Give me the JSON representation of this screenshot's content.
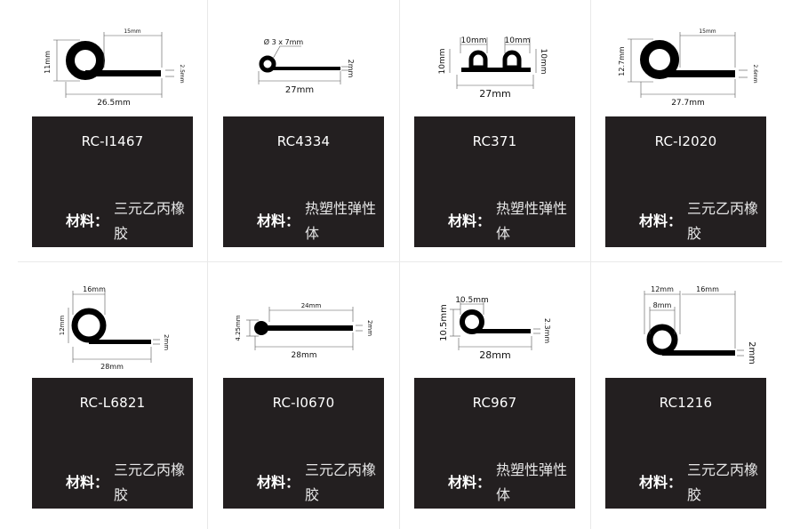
{
  "material_label": "材料：",
  "products": [
    {
      "model": "RC-I1467",
      "material": "三元乙丙橡胶",
      "dims": {
        "height": "11mm",
        "tail": "15mm",
        "thickness": "2.5mm",
        "length": "26.5mm"
      }
    },
    {
      "model": "RC4334",
      "material": "热塑性弹性体",
      "dims": {
        "bulb": "Ø 3 x 7mm",
        "thickness": "2mm",
        "length": "27mm"
      }
    },
    {
      "model": "RC371",
      "material": "热塑性弹性体",
      "dims": {
        "bulb_left": "10mm",
        "bulb_right": "10mm",
        "height_left": "10mm",
        "height_right": "10mm",
        "length": "27mm"
      }
    },
    {
      "model": "RC-I2020",
      "material": "三元乙丙橡胶",
      "dims": {
        "height": "12.7mm",
        "tail": "15mm",
        "thickness": "2.6mm",
        "length": "27.7mm"
      }
    },
    {
      "model": "RC-L6821",
      "material": "三元乙丙橡胶",
      "dims": {
        "width": "16mm",
        "height": "12mm",
        "thickness": "2mm",
        "length": "28mm"
      }
    },
    {
      "model": "RC-I0670",
      "material": "三元乙丙橡胶",
      "dims": {
        "tail": "24mm",
        "height": "4.25mm",
        "thickness": "2mm",
        "length": "28mm"
      }
    },
    {
      "model": "RC967",
      "material": "热塑性弹性体",
      "dims": {
        "bulb": "10.5mm",
        "height": "10.5mm",
        "thickness": "2.3mm",
        "length": "28mm"
      }
    },
    {
      "model": "RC1216",
      "material": "三元乙丙橡胶",
      "dims": {
        "outer": "12mm",
        "inner": "8mm",
        "tail": "16mm",
        "thickness": "2mm"
      }
    }
  ]
}
